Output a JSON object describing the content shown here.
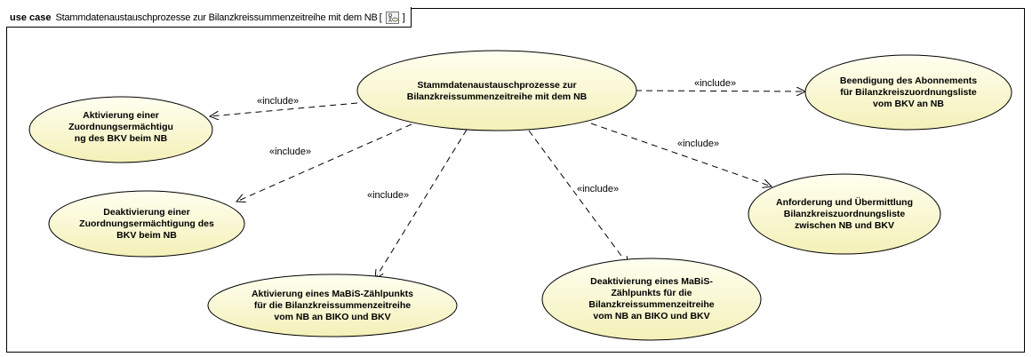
{
  "frame": {
    "kind": "use case",
    "title": "Stammdatenaustauschprozesse zur Bilanzkreissummenzeitreihe mit dem NB",
    "open_bracket": "[",
    "close_bracket": "]"
  },
  "colors": {
    "usecase_fill": "#ffffcc",
    "line": "#000000"
  },
  "usecases": {
    "main": [
      "Stammdatenaustauschprozesse zur",
      "Bilanzkreissummenzeitreihe mit dem NB"
    ],
    "aktivierung_zuordnung": [
      "Aktivierung einer",
      "Zuordnungsermächtigu",
      "ng des BKV beim NB"
    ],
    "deaktivierung_zuordnung": [
      "Deaktivierung einer",
      "Zuordnungsermächtigung des",
      "BKV beim NB"
    ],
    "aktivierung_mabis": [
      "Aktivierung eines MaBiS-Zählpunkts",
      "für die Bilanzkreissummenzeitreihe",
      "vom NB an BIKO und BKV"
    ],
    "deaktivierung_mabis": [
      "Deaktivierung eines MaBiS-",
      "Zählpunkts für die",
      "Bilanzkreissummenzeitreihe",
      "vom NB an BIKO und BKV"
    ],
    "beendigung_abo": [
      "Beendigung des Abonnements",
      "für Bilanzkreiszuordnungsliste",
      "vom BKV an NB"
    ],
    "anforderung_liste": [
      "Anforderung und Übermittlung",
      "Bilanzkreiszuordnungsliste",
      "zwischen NB und BKV"
    ]
  },
  "relations": {
    "include_label": "«include»"
  }
}
